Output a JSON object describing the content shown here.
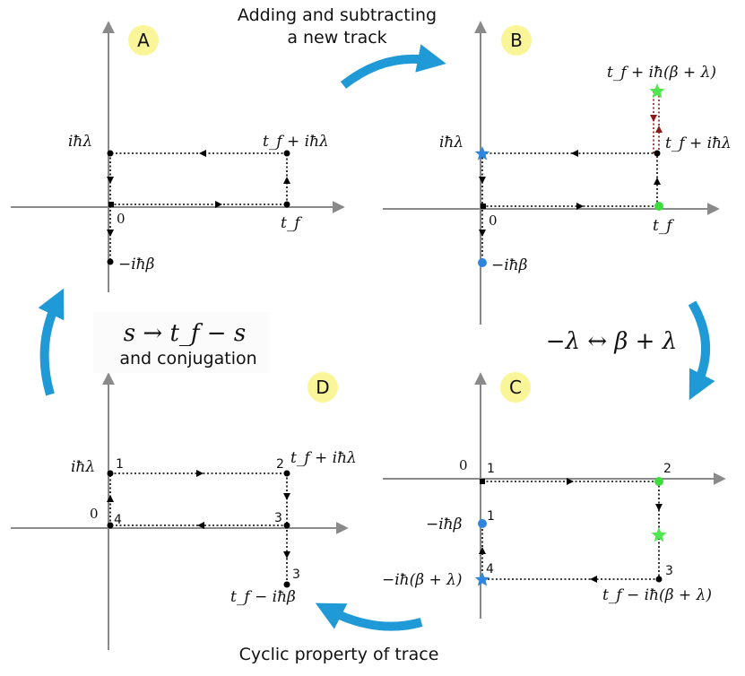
{
  "panels": {
    "A": {
      "badge": "A",
      "label_top_left": "iħλ",
      "label_top_right": "t_f + iħλ",
      "label_origin": "0",
      "label_tf": "t_f",
      "label_bottom": "−iħβ"
    },
    "B": {
      "badge": "B",
      "label_top_left": "iħλ",
      "label_new_track": "t_f + iħ(β + λ)",
      "label_mid_right": "t_f + iħλ",
      "label_origin": "0",
      "label_tf": "t_f",
      "label_bottom": "−iħβ"
    },
    "C": {
      "badge": "C",
      "label_zero": "0",
      "label_minus_beta": "−iħβ",
      "label_minus_beta_lambda": "−iħ(β + λ)",
      "label_bottom_right": "t_f − iħ(β + λ)",
      "corner_1a": "1",
      "corner_1b": "1",
      "corner_2": "2",
      "corner_3": "3",
      "corner_4": "4"
    },
    "D": {
      "badge": "D",
      "label_top_left": "iħλ",
      "label_top_right": "t_f + iħλ",
      "label_zero": "0",
      "label_bottom_right": "t_f − iħβ",
      "corner_1": "1",
      "corner_2": "2",
      "corner_3a": "3",
      "corner_3b": "3",
      "corner_4": "4"
    }
  },
  "captions": {
    "top_line1": "Adding and subtracting",
    "top_line2": "a new track",
    "right_formula": "−λ ↔ β + λ",
    "left_formula": "s → t_f − s",
    "left_text": "and conjugation",
    "bottom": "Cyclic property of trace"
  },
  "colors": {
    "arrow_blue": "#1f9ad6",
    "badge_yellow": "#fbf59a",
    "dot_blue": "#2e86de",
    "dot_green": "#3ddc3d",
    "star_green": "#4ee84e",
    "track_red": "#8b1a1a",
    "axis_gray": "#8a8a8a"
  }
}
